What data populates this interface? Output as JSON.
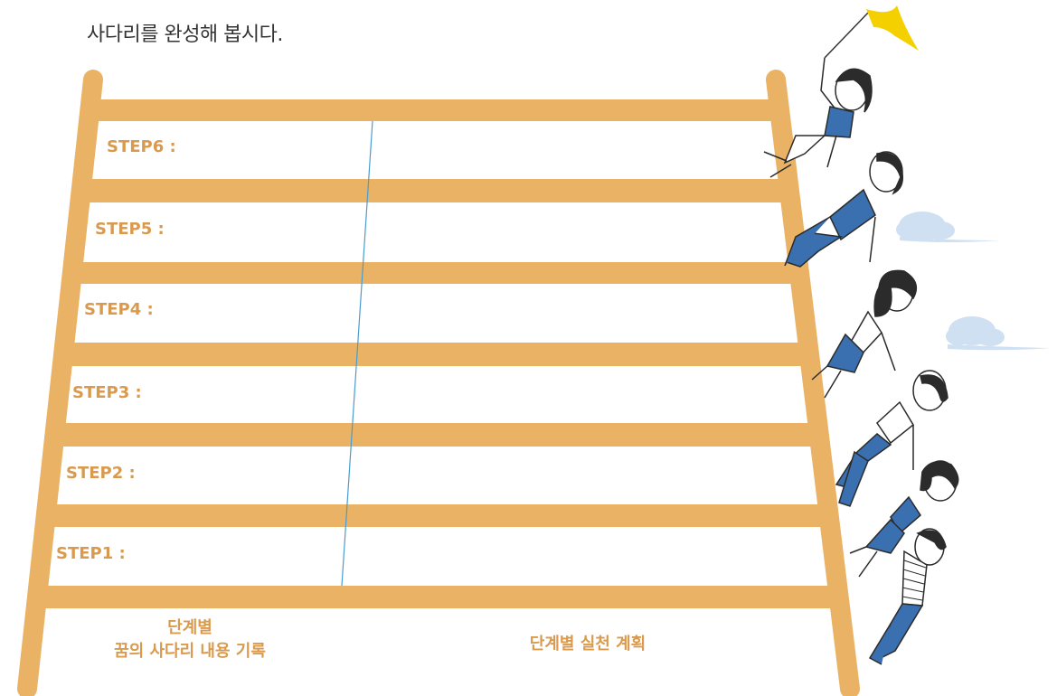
{
  "instruction": "사다리를 완성해 봅시다.",
  "steps": [
    {
      "label": "STEP6 :"
    },
    {
      "label": "STEP5 :"
    },
    {
      "label": "STEP4 :"
    },
    {
      "label": "STEP3 :"
    },
    {
      "label": "STEP2 :"
    },
    {
      "label": "STEP1 :"
    }
  ],
  "footer": {
    "left_line1": "단계별",
    "left_line2": "꿈의 사다리 내용 기록",
    "right": "단계별 실천 계획"
  },
  "colors": {
    "wood": "#e9b265",
    "label": "#d99a4e",
    "divider": "#4a9ccf",
    "shirt_blue": "#3a6fb0",
    "skin": "#ffffff",
    "hair": "#2b2b2b",
    "flag": "#f5d000",
    "cloud": "#cfe0f2"
  },
  "icons": [
    "flag-icon",
    "cloud-icon",
    "climber-figure"
  ]
}
